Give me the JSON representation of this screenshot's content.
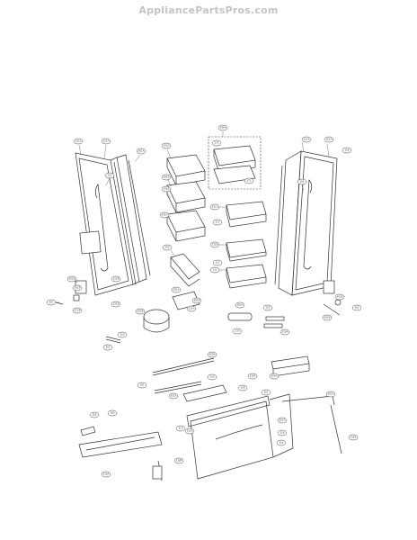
{
  "watermark": "AppliancePartsPros.com",
  "part_labels": [
    {
      "id": "p1",
      "text": "101A"
    },
    {
      "id": "p2",
      "text": "121A"
    },
    {
      "id": "p3",
      "text": "261A"
    },
    {
      "id": "p4",
      "text": "101"
    },
    {
      "id": "p5",
      "text": "241A"
    },
    {
      "id": "p6",
      "text": "241A"
    },
    {
      "id": "p7",
      "text": "241B"
    },
    {
      "id": "p8",
      "text": "241A"
    },
    {
      "id": "p9",
      "text": "244A"
    },
    {
      "id": "p10",
      "text": "271"
    },
    {
      "id": "p11",
      "text": "271"
    },
    {
      "id": "p12",
      "text": "231A"
    },
    {
      "id": "p13",
      "text": "121A"
    },
    {
      "id": "p14",
      "text": "101A"
    },
    {
      "id": "p15",
      "text": "106"
    },
    {
      "id": "p16",
      "text": "217"
    },
    {
      "id": "p17",
      "text": "231B"
    },
    {
      "id": "p18",
      "text": "217"
    },
    {
      "id": "p19",
      "text": "231"
    },
    {
      "id": "p20",
      "text": "243"
    },
    {
      "id": "p21",
      "text": "106"
    },
    {
      "id": "p22",
      "text": "301B"
    },
    {
      "id": "p23",
      "text": "121B"
    },
    {
      "id": "p24",
      "text": "301B"
    },
    {
      "id": "p25",
      "text": "302"
    },
    {
      "id": "p26",
      "text": "121B"
    },
    {
      "id": "p27",
      "text": "301B"
    },
    {
      "id": "p28",
      "text": "302"
    },
    {
      "id": "p29",
      "text": "271B"
    },
    {
      "id": "p30",
      "text": "281A"
    },
    {
      "id": "p31",
      "text": "281B"
    },
    {
      "id": "p32",
      "text": "221A"
    },
    {
      "id": "p33",
      "text": "283A"
    },
    {
      "id": "p34",
      "text": "220"
    },
    {
      "id": "p35",
      "text": "130"
    },
    {
      "id": "p36",
      "text": "320A"
    },
    {
      "id": "p37",
      "text": "202B"
    },
    {
      "id": "p38",
      "text": "301B"
    },
    {
      "id": "p39",
      "text": "320"
    },
    {
      "id": "p40",
      "text": "302"
    },
    {
      "id": "p41",
      "text": "350A"
    },
    {
      "id": "p42",
      "text": "301"
    },
    {
      "id": "p43",
      "text": "330"
    },
    {
      "id": "p44",
      "text": "320A"
    },
    {
      "id": "p45",
      "text": "308"
    },
    {
      "id": "p46",
      "text": "300A"
    },
    {
      "id": "p47",
      "text": "301"
    },
    {
      "id": "p48",
      "text": "301A"
    },
    {
      "id": "p49",
      "text": "302A"
    },
    {
      "id": "p50",
      "text": "308"
    },
    {
      "id": "p51",
      "text": "305"
    },
    {
      "id": "p52",
      "text": "302A"
    },
    {
      "id": "p53",
      "text": "310"
    },
    {
      "id": "p54",
      "text": "312A"
    },
    {
      "id": "p55",
      "text": "318"
    },
    {
      "id": "p56",
      "text": "316"
    },
    {
      "id": "p57",
      "text": "316A"
    },
    {
      "id": "p58",
      "text": "318P"
    },
    {
      "id": "p59",
      "text": "310A"
    }
  ]
}
